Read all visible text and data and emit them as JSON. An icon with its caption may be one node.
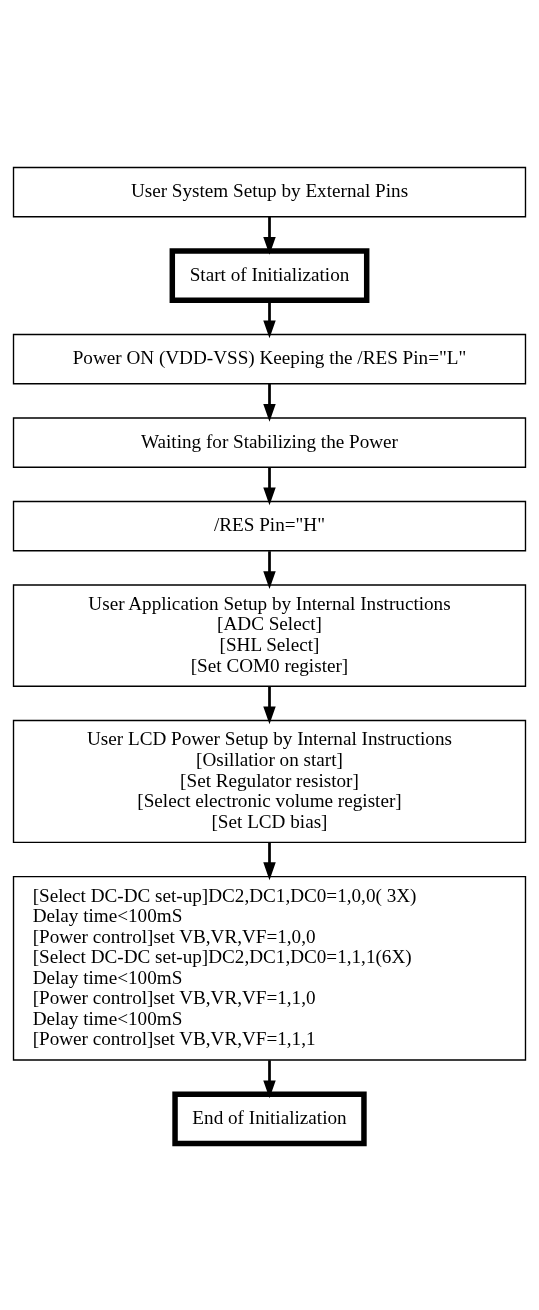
{
  "diagram": {
    "nodes": [
      {
        "text": [
          "User System Setup by External Pins"
        ]
      },
      {
        "text": [
          "Start of Initialization"
        ]
      },
      {
        "text": [
          "Power ON (VDD-VSS) Keeping the /RES Pin=\"L\""
        ]
      },
      {
        "text": [
          "Waiting for Stabilizing the Power"
        ]
      },
      {
        "text": [
          "/RES Pin=\"H\""
        ]
      },
      {
        "text": [
          "User Application Setup by Internal Instructions",
          "[ADC Select]",
          "[SHL Select]",
          "[Set COM0 register]"
        ]
      },
      {
        "text": [
          "User LCD Power Setup by Internal Instructions",
          "[Osillatior on start]",
          "[Set Regulator resistor]",
          "[Select electronic volume register]",
          "[Set LCD bias]"
        ]
      },
      {
        "text": [
          "[Select DC-DC set-up]DC2,DC1,DC0=1,0,0( 3X)",
          "Delay time<100mS",
          "[Power control]set VB,VR,VF=1,0,0",
          "[Select DC-DC set-up]DC2,DC1,DC0=1,1,1(6X)",
          "Delay time<100mS",
          "[Power control]set VB,VR,VF=1,1,0",
          "Delay time<100mS",
          "[Power control]set VB,VR,VF=1,1,1"
        ]
      },
      {
        "text": [
          "End of Initialization"
        ]
      }
    ],
    "edges": [
      {
        "from": 0,
        "to": 1,
        "arrow": "to"
      },
      {
        "from": 1,
        "to": 2,
        "arrow": "to"
      },
      {
        "from": 2,
        "to": 3,
        "arrow": "to"
      },
      {
        "from": 3,
        "to": 4,
        "arrow": "to"
      },
      {
        "from": 4,
        "to": 5,
        "arrow": "to"
      },
      {
        "from": 5,
        "to": 6,
        "arrow": "to"
      },
      {
        "from": 6,
        "to": 7,
        "arrow": "to"
      },
      {
        "from": 7,
        "to": 8,
        "arrow": "to"
      }
    ]
  }
}
